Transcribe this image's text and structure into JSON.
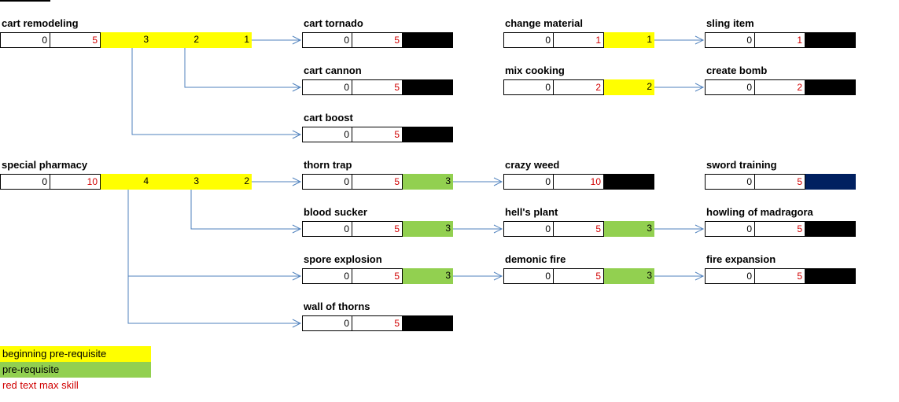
{
  "nodes": [
    {
      "id": "cart-remodeling",
      "title": "cart remodeling",
      "current": "0",
      "max": "5",
      "levels": [
        "3",
        "2",
        "1"
      ],
      "col": 0,
      "row": 0,
      "fill": "yellow"
    },
    {
      "id": "cart-tornado",
      "title": "cart tornado",
      "current": "0",
      "max": "5",
      "levels": [],
      "col": 1,
      "row": 0,
      "fill": "black"
    },
    {
      "id": "cart-cannon",
      "title": "cart cannon",
      "current": "0",
      "max": "5",
      "levels": [],
      "col": 1,
      "row": 1,
      "fill": "black"
    },
    {
      "id": "cart-boost",
      "title": "cart boost",
      "current": "0",
      "max": "5",
      "levels": [],
      "col": 1,
      "row": 2,
      "fill": "black"
    },
    {
      "id": "change-material",
      "title": "change material",
      "current": "0",
      "max": "1",
      "levels": [
        "1"
      ],
      "col": 2,
      "row": 0,
      "fill": "yellow"
    },
    {
      "id": "sling-item",
      "title": "sling item",
      "current": "0",
      "max": "1",
      "levels": [],
      "col": 3,
      "row": 0,
      "fill": "black"
    },
    {
      "id": "mix-cooking",
      "title": "mix cooking",
      "current": "0",
      "max": "2",
      "levels": [
        "2"
      ],
      "col": 2,
      "row": 1,
      "fill": "yellow"
    },
    {
      "id": "create-bomb",
      "title": "create bomb",
      "current": "0",
      "max": "2",
      "levels": [],
      "col": 3,
      "row": 1,
      "fill": "black"
    },
    {
      "id": "special-pharmacy",
      "title": "special pharmacy",
      "current": "0",
      "max": "10",
      "levels": [
        "4",
        "3",
        "2"
      ],
      "col": 0,
      "row": 3,
      "fill": "yellow"
    },
    {
      "id": "thorn-trap",
      "title": "thorn trap",
      "current": "0",
      "max": "5",
      "levels": [
        "3"
      ],
      "col": 1,
      "row": 3,
      "fill": "green"
    },
    {
      "id": "crazy-weed",
      "title": "crazy weed",
      "current": "0",
      "max": "10",
      "levels": [],
      "col": 2,
      "row": 3,
      "fill": "black"
    },
    {
      "id": "sword-training",
      "title": "sword training",
      "current": "0",
      "max": "5",
      "levels": [],
      "col": 3,
      "row": 3,
      "fill": "navy"
    },
    {
      "id": "blood-sucker",
      "title": "blood sucker",
      "current": "0",
      "max": "5",
      "levels": [
        "3"
      ],
      "col": 1,
      "row": 4,
      "fill": "green"
    },
    {
      "id": "hells-plant",
      "title": "hell's plant",
      "current": "0",
      "max": "5",
      "levels": [
        "3"
      ],
      "col": 2,
      "row": 4,
      "fill": "green"
    },
    {
      "id": "howling-of-madragora",
      "title": "howling of madragora",
      "current": "0",
      "max": "5",
      "levels": [],
      "col": 3,
      "row": 4,
      "fill": "black"
    },
    {
      "id": "spore-explosion",
      "title": "spore explosion",
      "current": "0",
      "max": "5",
      "levels": [
        "3"
      ],
      "col": 1,
      "row": 5,
      "fill": "green"
    },
    {
      "id": "demonic-fire",
      "title": "demonic fire",
      "current": "0",
      "max": "5",
      "levels": [
        "3"
      ],
      "col": 2,
      "row": 5,
      "fill": "green"
    },
    {
      "id": "fire-expansion",
      "title": "fire expansion",
      "current": "0",
      "max": "5",
      "levels": [],
      "col": 3,
      "row": 5,
      "fill": "black"
    },
    {
      "id": "wall-of-thorns",
      "title": "wall of thorns",
      "current": "0",
      "max": "5",
      "levels": [],
      "col": 1,
      "row": 6,
      "fill": "black"
    }
  ],
  "edges": [
    {
      "from": "cart-remodeling",
      "to": "cart-tornado",
      "via_level": 2
    },
    {
      "from": "cart-remodeling",
      "to": "cart-cannon",
      "via_level": 1
    },
    {
      "from": "cart-remodeling",
      "to": "cart-boost",
      "via_level": 0
    },
    {
      "from": "change-material",
      "to": "sling-item",
      "via_level": 0
    },
    {
      "from": "mix-cooking",
      "to": "create-bomb",
      "via_level": 0
    },
    {
      "from": "special-pharmacy",
      "to": "thorn-trap",
      "via_level": 2
    },
    {
      "from": "special-pharmacy",
      "to": "blood-sucker",
      "via_level": 1
    },
    {
      "from": "special-pharmacy",
      "to": "spore-explosion",
      "via_level": 0
    },
    {
      "from": "special-pharmacy",
      "to": "wall-of-thorns",
      "via_level": 0
    },
    {
      "from": "thorn-trap",
      "to": "crazy-weed",
      "via_level": 0
    },
    {
      "from": "blood-sucker",
      "to": "hells-plant",
      "via_level": 0
    },
    {
      "from": "hells-plant",
      "to": "howling-of-madragora",
      "via_level": 0
    },
    {
      "from": "spore-explosion",
      "to": "demonic-fire",
      "via_level": 0
    },
    {
      "from": "demonic-fire",
      "to": "fire-expansion",
      "via_level": 0
    }
  ],
  "legend": {
    "yellow_label": "beginning pre-requisite",
    "green_label": "pre-requisite",
    "red_label": "red text max skill"
  },
  "colors": {
    "yellow": "#ffff00",
    "green": "#92d050",
    "black": "#000000",
    "navy": "#002060",
    "max_text": "#d00000",
    "arrow": "#4f81bd"
  }
}
